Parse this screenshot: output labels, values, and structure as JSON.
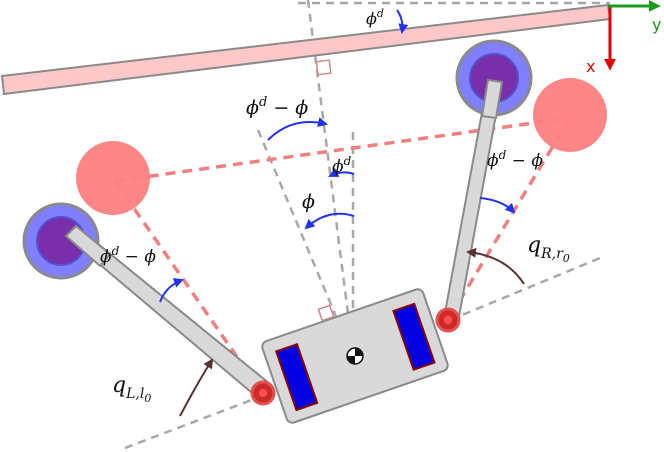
{
  "labels": {
    "phi_d_top": "ϕ",
    "phi_d_top_sup": "d",
    "phi_d_minus_phi_center": "ϕ",
    "phi_d_minus_phi_center_sup": "d",
    "phi_d_minus_phi_center_tail": " − ϕ",
    "phi_d_small": "ϕ",
    "phi_d_small_sup": "d",
    "phi": "ϕ",
    "phi_d_minus_phi_right": "ϕ",
    "phi_d_minus_phi_right_sup": "d",
    "phi_d_minus_phi_right_tail": " − ϕ",
    "phi_d_minus_phi_left": "ϕ",
    "phi_d_minus_phi_left_sup": "d",
    "phi_d_minus_phi_left_tail": " − ϕ",
    "q_right": "q",
    "q_right_sub": "R,r",
    "q_right_subsub": "0",
    "q_left": "q",
    "q_left_sub": "L,l",
    "q_left_subsub": "0"
  },
  "axes": {
    "x_label": "x",
    "y_label": "y",
    "x_color": "#e00000",
    "y_color": "#1a9a1a"
  },
  "colors": {
    "bar_fill": "#ffc8c8",
    "bar_stroke": "#8a8a8a",
    "leg_fill": "#d9d9d9",
    "wheel_fill": "#0000e0",
    "wheel_stroke": "#8a0000",
    "target_circle": "#ff8080",
    "hip_outer": "#8080ff",
    "hip_inner": "#7a2faa",
    "arc_blue": "#2233ee",
    "arc_brown": "#5a3030",
    "dashed_gray": "#a8a8a8",
    "dashed_pink": "#f08080"
  }
}
